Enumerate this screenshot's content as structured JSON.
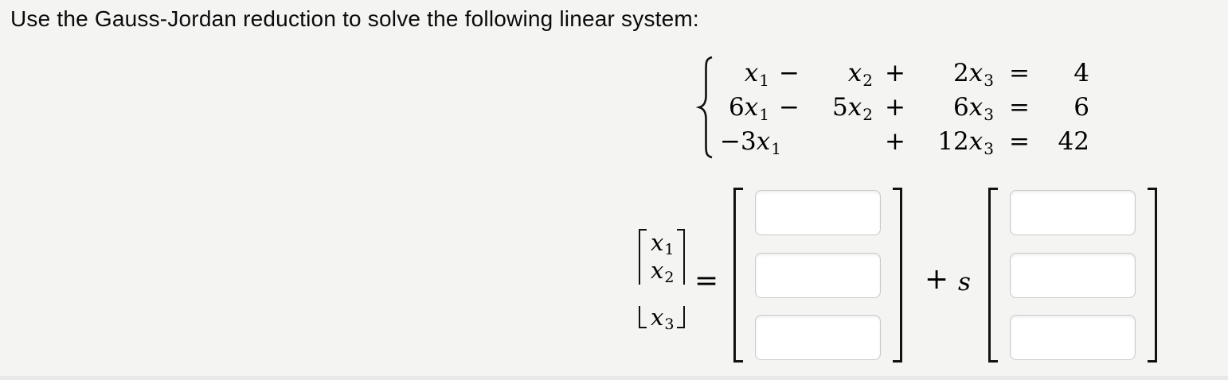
{
  "colors": {
    "background": "#f4f4f3",
    "divider": "#e8e8e6",
    "input_border": "#c9c9c9",
    "bracket": "#121212",
    "text": "#0b0b0b"
  },
  "icons": {
    "system_brace": "left-curly-brace",
    "vector_brackets": "square-brackets",
    "matrix_brackets": "square-brackets"
  },
  "prompt": {
    "text": "Use the Gauss-Jordan reduction to solve the following linear system:"
  },
  "system": {
    "rows": [
      {
        "t1": {
          "coef": "",
          "var": "x",
          "sub": "1"
        },
        "op1": "−",
        "t2": {
          "coef": "",
          "var": "x",
          "sub": "2"
        },
        "op2": "+",
        "t3": {
          "coef": "2",
          "var": "x",
          "sub": "3"
        },
        "eq": "=",
        "rhs": "4"
      },
      {
        "t1": {
          "coef": "6",
          "var": "x",
          "sub": "1"
        },
        "op1": "−",
        "t2": {
          "coef": "5",
          "var": "x",
          "sub": "2"
        },
        "op2": "+",
        "t3": {
          "coef": "6",
          "var": "x",
          "sub": "3"
        },
        "eq": "=",
        "rhs": "6"
      },
      {
        "t1": {
          "coef": "−3",
          "var": "x",
          "sub": "1"
        },
        "op1": "",
        "t2": {
          "coef": "",
          "var": "",
          "sub": ""
        },
        "op2": "+",
        "t3": {
          "coef": "12",
          "var": "x",
          "sub": "3"
        },
        "eq": "=",
        "rhs": "42"
      }
    ]
  },
  "solution": {
    "vector": {
      "entries": [
        {
          "var": "x",
          "sub": "1"
        },
        {
          "var": "x",
          "sub": "2"
        },
        {
          "var": "x",
          "sub": "3"
        }
      ]
    },
    "equals": "=",
    "plus": "+",
    "parameter": "s",
    "matrix1": {
      "inputs": [
        "",
        "",
        ""
      ]
    },
    "matrix2": {
      "inputs": [
        "",
        "",
        ""
      ]
    }
  }
}
